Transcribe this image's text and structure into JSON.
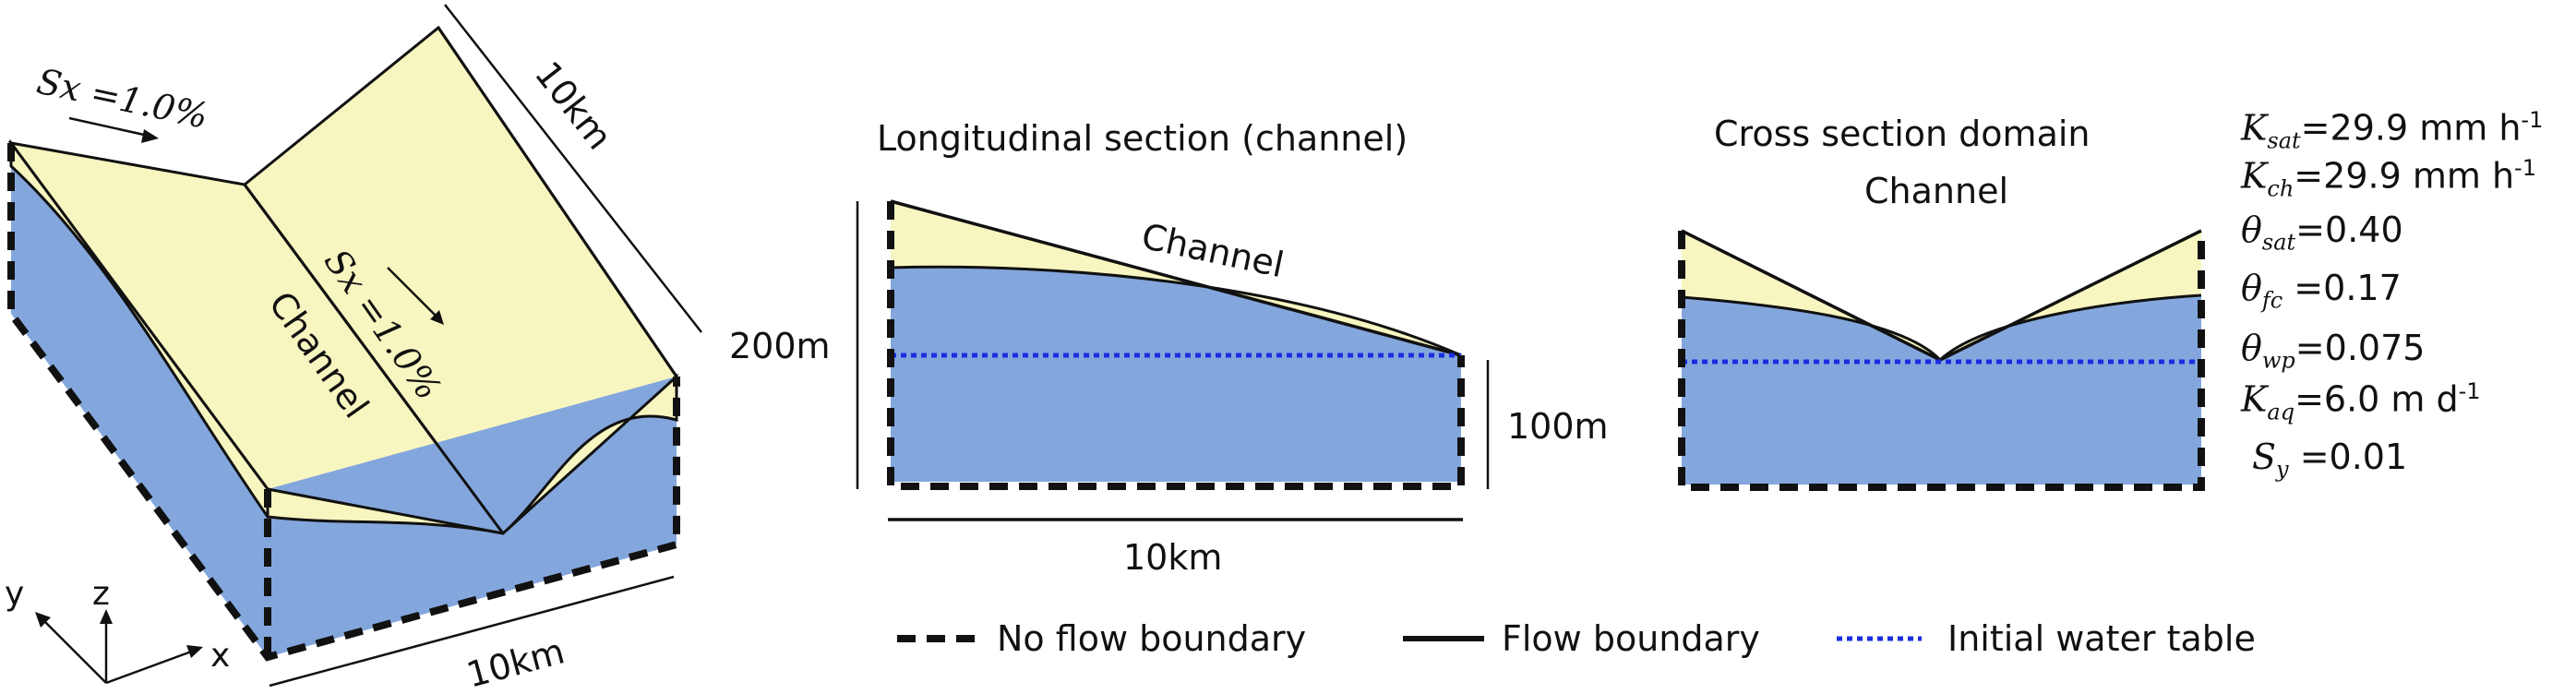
{
  "block3d": {
    "slope_x_label": "Sx =1.0%",
    "slope_channel_label": "Sx =1.0%",
    "channel_label": "Channel",
    "length_top": "10km",
    "length_bottom": "10km",
    "axes": {
      "x": "x",
      "y": "y",
      "z": "z"
    }
  },
  "longitudinal": {
    "title": "Longitudinal section (channel)",
    "channel_label": "Channel",
    "height_left": "200m",
    "height_right": "100m",
    "length": "10km"
  },
  "cross": {
    "title": "Cross section domain",
    "subtitle": "Channel"
  },
  "parameters": [
    {
      "sym": "K",
      "sub": "sat",
      "value": "=29.9 mm h",
      "sup": "-1"
    },
    {
      "sym": "K",
      "sub": "ch",
      "value": "=29.9 mm h",
      "sup": "-1"
    },
    {
      "sym": "θ",
      "sub": "sat",
      "value": "=0.40",
      "sup": ""
    },
    {
      "sym": "θ",
      "sub": "fc",
      "value": " =0.17",
      "sup": ""
    },
    {
      "sym": "θ",
      "sub": "wp",
      "value": "=0.075",
      "sup": ""
    },
    {
      "sym": "K",
      "sub": "aq",
      "value": "=6.0 m d",
      "sup": "-1"
    },
    {
      "sym": "S",
      "sub": "y",
      "value": " =0.01",
      "sup": ""
    }
  ],
  "legend": {
    "no_flow": "No flow boundary",
    "flow": "Flow boundary",
    "water_table": "Initial water table"
  },
  "colors": {
    "surface": "#f8f6c0",
    "aquifer": "#83a7dd",
    "water_table": "#1a2ee0",
    "line": "#111111"
  }
}
